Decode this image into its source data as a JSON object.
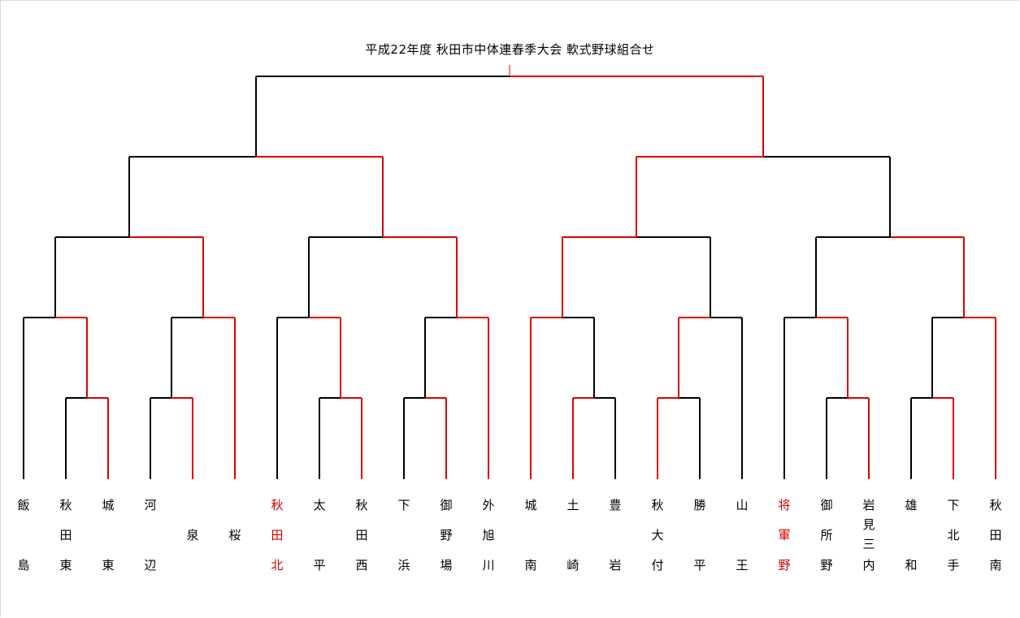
{
  "title": "平成22年度 秋田市中体連春季大会 軟式野球組合せ",
  "colors": {
    "winner_line": "#dd0000",
    "loser_line": "#000000",
    "winner_text": "#cc0000",
    "text": "#000000"
  },
  "teams": [
    {
      "name": "飯島",
      "chars": [
        "飯",
        "",
        "島"
      ],
      "winner": false
    },
    {
      "name": "秋田東",
      "chars": [
        "秋",
        "田",
        "東"
      ],
      "winner": false
    },
    {
      "name": "城東",
      "chars": [
        "城",
        "",
        "東"
      ],
      "winner": false
    },
    {
      "name": "河辺",
      "chars": [
        "河",
        "",
        "辺"
      ],
      "winner": false
    },
    {
      "name": "泉",
      "chars": [
        "",
        "泉",
        ""
      ],
      "winner": false
    },
    {
      "name": "桜",
      "chars": [
        "",
        "桜",
        ""
      ],
      "winner": false
    },
    {
      "name": "秋田北",
      "chars": [
        "秋",
        "田",
        "北"
      ],
      "winner": true
    },
    {
      "name": "太平",
      "chars": [
        "太",
        "",
        "平"
      ],
      "winner": false
    },
    {
      "name": "秋田西",
      "chars": [
        "秋",
        "田",
        "西"
      ],
      "winner": false
    },
    {
      "name": "下浜",
      "chars": [
        "下",
        "",
        "浜"
      ],
      "winner": false
    },
    {
      "name": "御野場",
      "chars": [
        "御",
        "野",
        "場"
      ],
      "winner": false
    },
    {
      "name": "外旭川",
      "chars": [
        "外",
        "旭",
        "川"
      ],
      "winner": false
    },
    {
      "name": "城南",
      "chars": [
        "城",
        "",
        "南"
      ],
      "winner": false
    },
    {
      "name": "土崎",
      "chars": [
        "土",
        "",
        "崎"
      ],
      "winner": false
    },
    {
      "name": "豊岩",
      "chars": [
        "豊",
        "",
        "岩"
      ],
      "winner": false
    },
    {
      "name": "秋大付",
      "chars": [
        "秋",
        "大",
        "付"
      ],
      "winner": false
    },
    {
      "name": "勝平",
      "chars": [
        "勝",
        "",
        "平"
      ],
      "winner": false
    },
    {
      "name": "山王",
      "chars": [
        "山",
        "",
        "王"
      ],
      "winner": false
    },
    {
      "name": "将軍野",
      "chars": [
        "将",
        "軍",
        "野"
      ],
      "winner": true
    },
    {
      "name": "御所野",
      "chars": [
        "御",
        "所",
        "野"
      ],
      "winner": false
    },
    {
      "name": "岩見三内",
      "chars": [
        "岩",
        "見",
        "三",
        "内"
      ],
      "winner": false
    },
    {
      "name": "雄和",
      "chars": [
        "雄",
        "",
        "和"
      ],
      "winner": false
    },
    {
      "name": "下北手",
      "chars": [
        "下",
        "北",
        "手"
      ],
      "winner": false
    },
    {
      "name": "秋田南",
      "chars": [
        "秋",
        "田",
        "南"
      ],
      "winner": false
    }
  ],
  "bracket": {
    "top": "R",
    "top_w": "R",
    "a": "R",
    "a1": "R",
    "a1a": "R",
    "a1a_b": "R",
    "a1b": "R",
    "a1b_a": "R",
    "a2": "R",
    "a2a": "R",
    "a2a_b": "R",
    "a2b": "R",
    "a2b_a": "R",
    "b": "L",
    "b1": "L",
    "b1a": "L",
    "b1a_b": "L",
    "b1b": "L",
    "b1b_a": "L",
    "b2": "R",
    "b2a": "R",
    "b2a_b": "R",
    "b2b": "R",
    "b2b_a": "R"
  }
}
